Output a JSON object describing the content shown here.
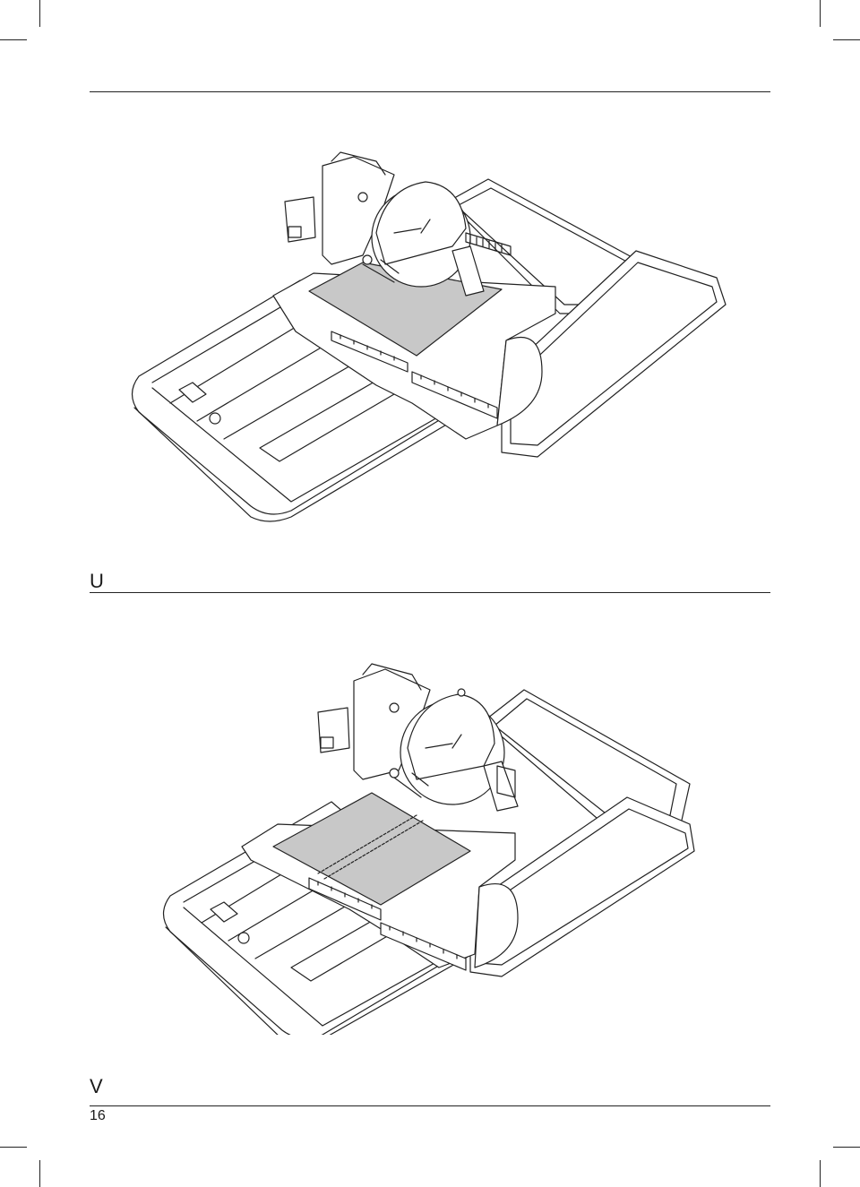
{
  "page": {
    "number": "16"
  },
  "figures": [
    {
      "id": "U",
      "label": "U"
    },
    {
      "id": "V",
      "label": "V"
    }
  ],
  "colors": {
    "line": "#222222",
    "tile": "#c8c8c8",
    "paper": "#ffffff"
  }
}
